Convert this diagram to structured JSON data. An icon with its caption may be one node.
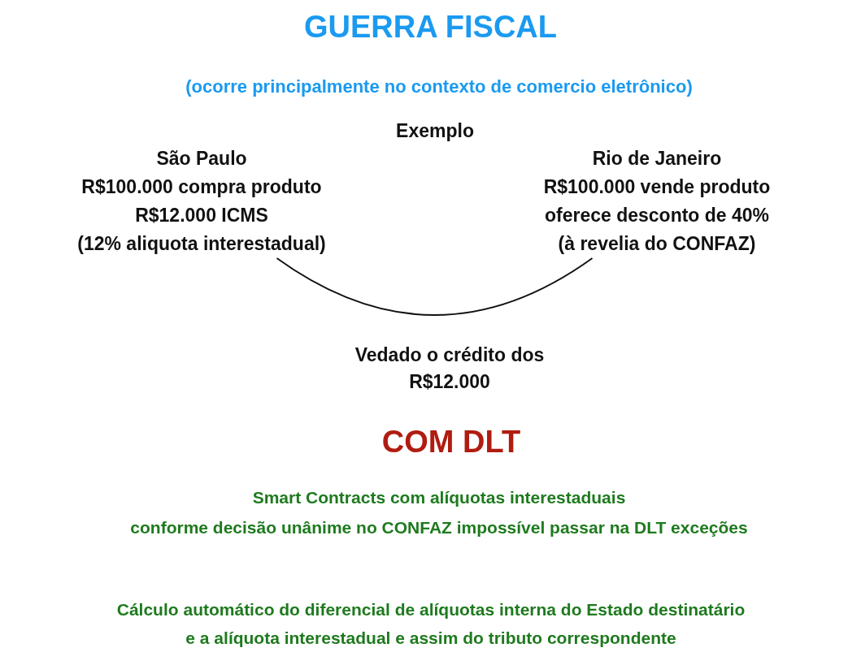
{
  "diagram": {
    "title": "GUERRA FISCAL",
    "nodes": [
      {
        "text": [
          "São Paulo",
          "R$100.000 compra produto",
          "R$12.000 ICMS",
          "(12% aliquota interestadual)"
        ]
      },
      {
        "text": [
          "Rio de Janeiro",
          "R$100.000 vende produto",
          "oferece desconto de 40%",
          "(à revelia do CONFAZ)"
        ]
      }
    ],
    "edges": [
      {
        "from": 0,
        "to": 1,
        "arrow": "none"
      }
    ],
    "labels": [
      "(ocorre principalmente no contexto de comercio eletrônico)",
      "Exemplo",
      "Vedado o crédito dos R$12.000",
      "COM DLT",
      "Smart Contracts com alíquotas interestaduais",
      "conforme decisão unânime no CONFAZ impossível passar na DLT exceções",
      "Cálculo automático do diferencial de alíquotas interna do Estado destinatário",
      "e a alíquota interestadual e assim do tributo correspondente"
    ]
  }
}
